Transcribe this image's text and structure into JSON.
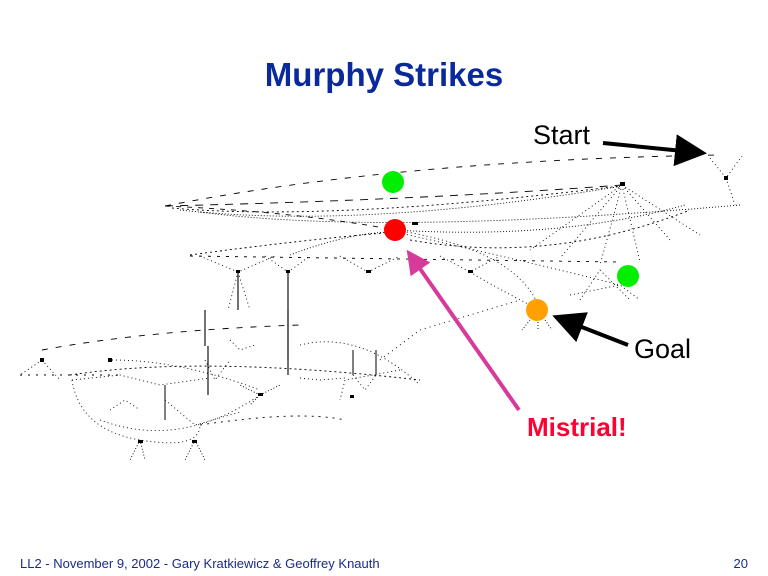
{
  "slide": {
    "title": "Murphy Strikes",
    "page_number": "20",
    "footer_text": "LL2 - November 9, 2002 - Gary Kratkiewicz & Geoffrey Knauth"
  },
  "annotations": {
    "start": "Start",
    "goal": "Goal",
    "mistrial": "Mistrial!"
  },
  "colors": {
    "title": "#0a2a9c",
    "footer": "#1a2a8a",
    "green_node": "#00ee00",
    "red_node": "#ff0000",
    "orange_node": "#ffa000",
    "mistrial_text": "#ff0033",
    "mistrial_arrow": "#d63a9a",
    "black_arrow": "#000000"
  },
  "markers": [
    {
      "name": "green-node-upper",
      "color": "green"
    },
    {
      "name": "red-node-mistrial",
      "color": "red"
    },
    {
      "name": "green-node-right",
      "color": "green"
    },
    {
      "name": "orange-node-goal",
      "color": "orange"
    }
  ]
}
